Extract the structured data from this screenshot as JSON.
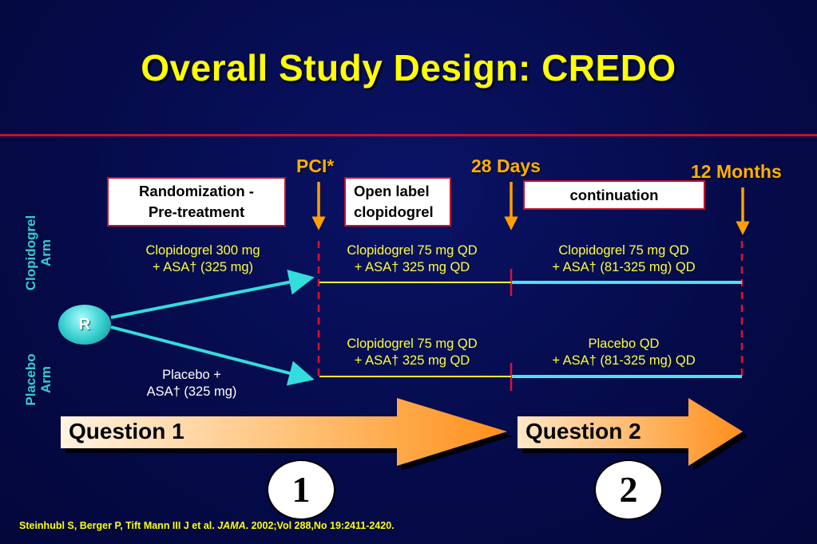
{
  "title": "Overall Study Design: CREDO",
  "markers": {
    "pci": "PCI*",
    "days28": "28 Days",
    "months12": "12 Months"
  },
  "boxes": {
    "randomization_line1": "Randomization -",
    "randomization_line2": "Pre-treatment",
    "openlabel_line1": "Open label",
    "openlabel_line2": "clopidogrel",
    "continuation": "continuation"
  },
  "arms": {
    "clopidogrel_line1": "Clopidogrel",
    "clopidogrel_line2": "Arm",
    "placebo_line1": "Placebo",
    "placebo_line2": "Arm",
    "randomize": "R"
  },
  "clopidogrel_arm": {
    "pretreat_line1": "Clopidogrel 300 mg",
    "pretreat_line2": "+ ASA† (325 mg)",
    "phase1_line1": "Clopidogrel 75 mg QD",
    "phase1_line2": "+ ASA† 325 mg QD",
    "phase2_line1": "Clopidogrel 75 mg QD",
    "phase2_line2": "+ ASA† (81-325 mg) QD"
  },
  "placebo_arm": {
    "pretreat_line1": "Placebo +",
    "pretreat_line2": "ASA† (325 mg)",
    "phase1_line1": "Clopidogrel 75 mg QD",
    "phase1_line2": "+ ASA† 325 mg QD",
    "phase2_line1": "Placebo QD",
    "phase2_line2": "+ ASA† (81-325 mg) QD"
  },
  "questions": {
    "q1": "Question 1",
    "q2": "Question 2",
    "n1": "1",
    "n2": "2"
  },
  "citation": {
    "authors": "Steinhubl S, Berger P, Tift Mann III J et al.",
    "journal": "JAMA",
    "details": ". 2002;Vol 288,No 19:2411-2420."
  },
  "colors": {
    "background": "#050b4a",
    "title": "#ffff00",
    "accent_red": "#c8102e",
    "marker_orange": "#ffb000",
    "arm_cyan": "#33cccc",
    "phase1_line": "#ffff33",
    "phase2_line": "#55ddee"
  }
}
